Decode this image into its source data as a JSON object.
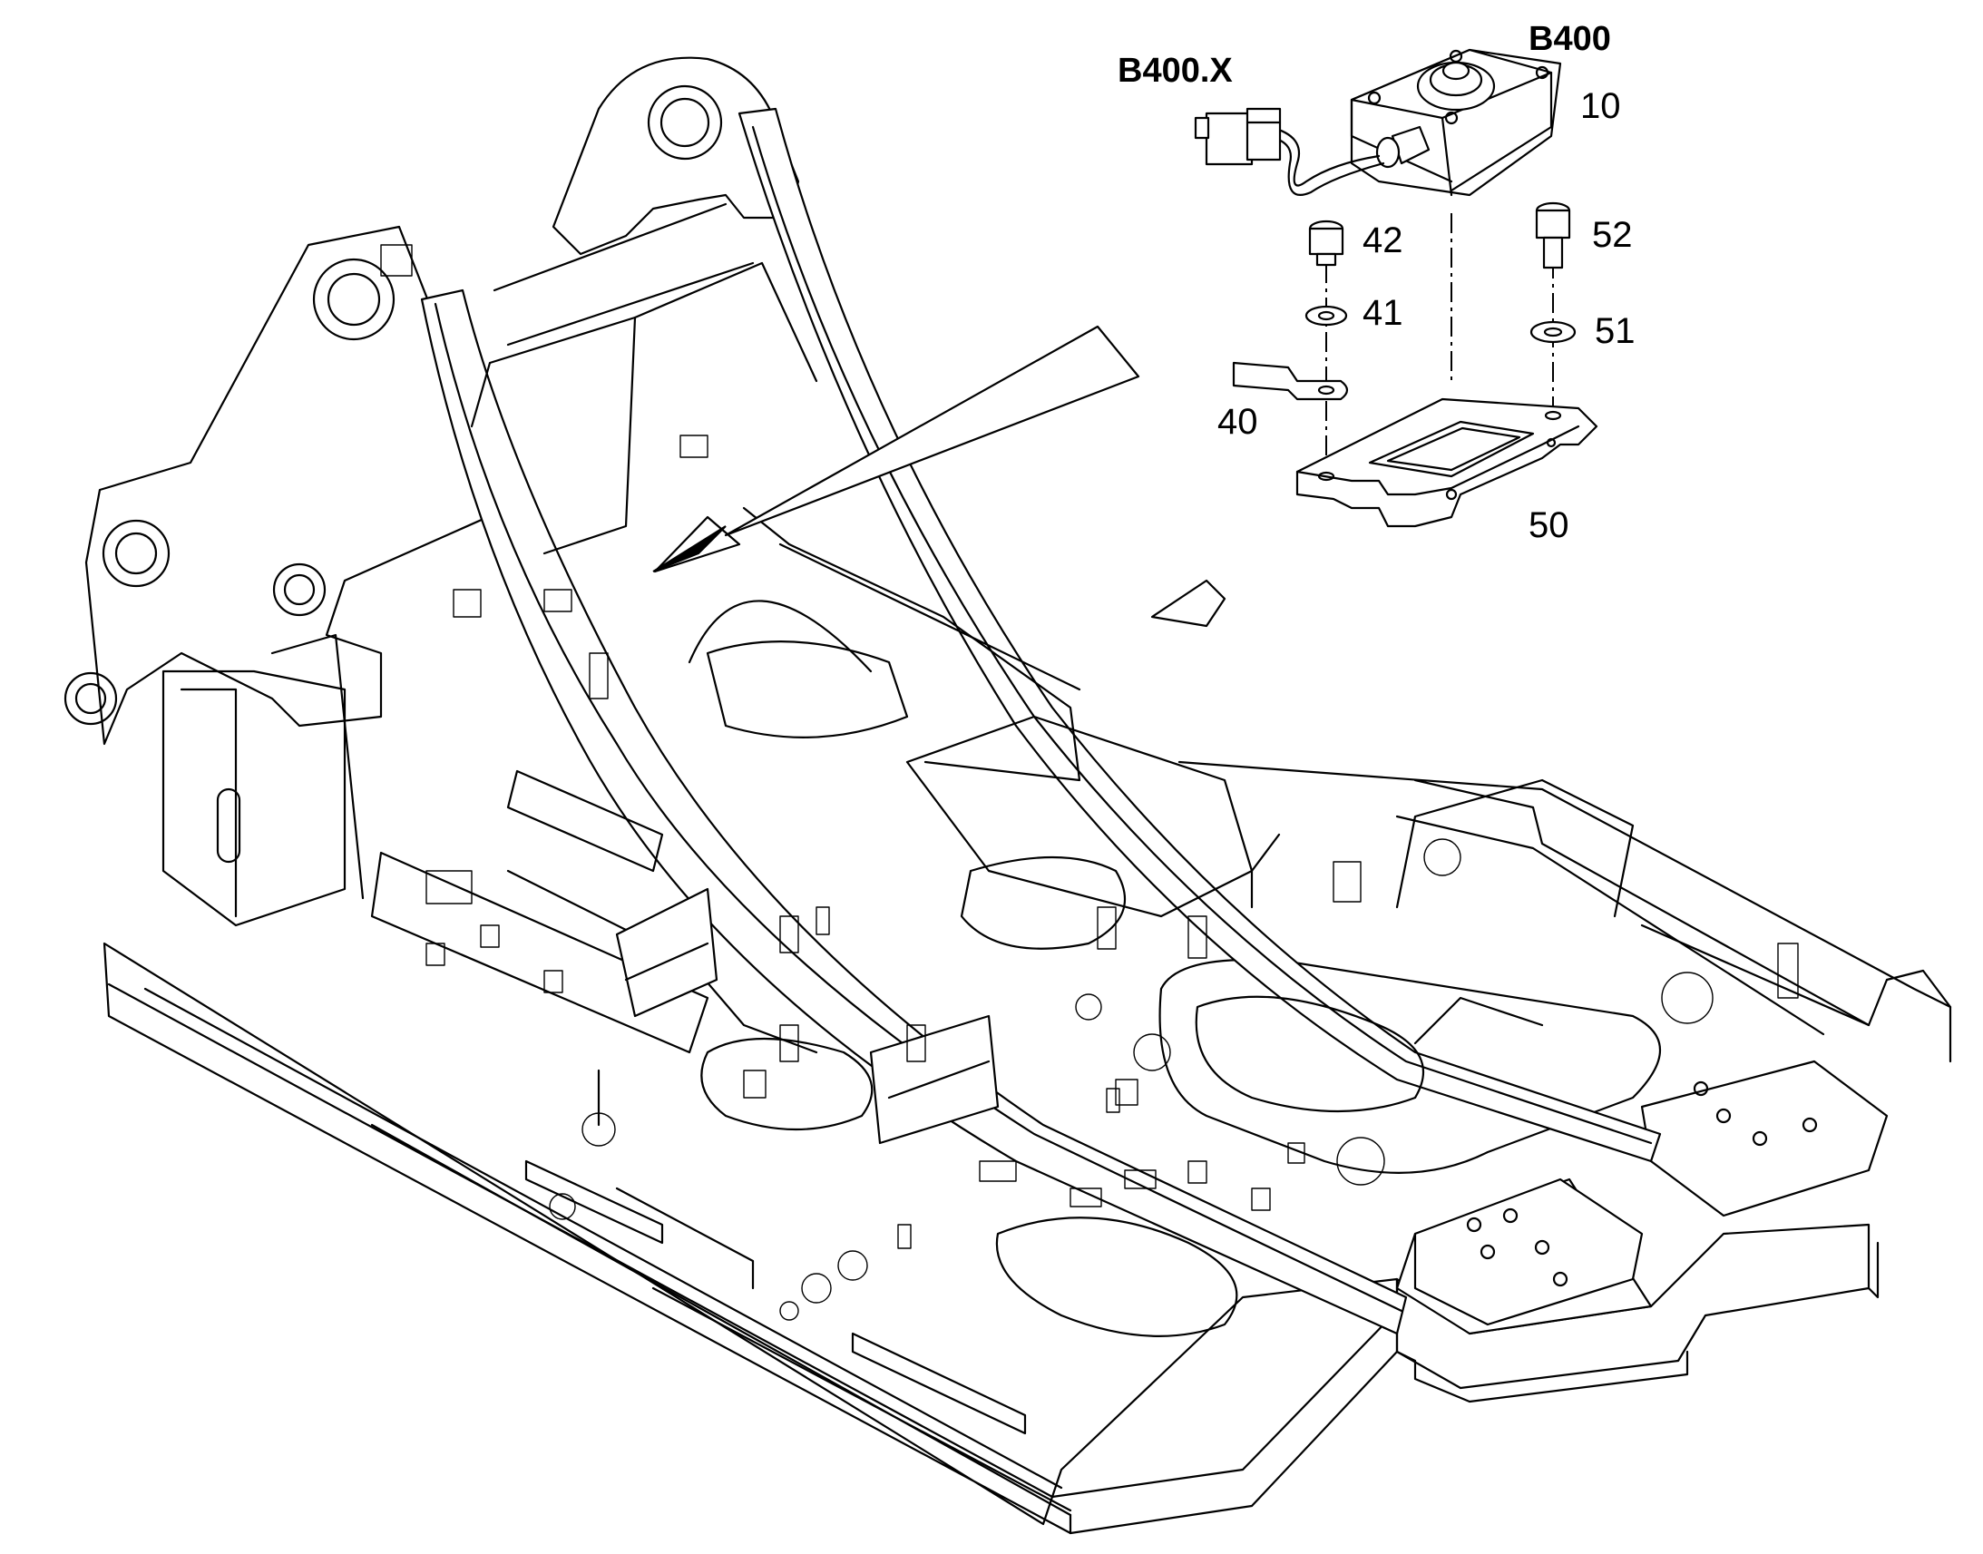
{
  "callouts": {
    "sensor_ref": "B400",
    "connector_ref": "B400.X",
    "sensor_item": "10",
    "bolt_small": "42",
    "washer_small": "41",
    "ground_strap": "40",
    "bolt_large": "52",
    "washer_large": "51",
    "bracket_plate": "50"
  }
}
